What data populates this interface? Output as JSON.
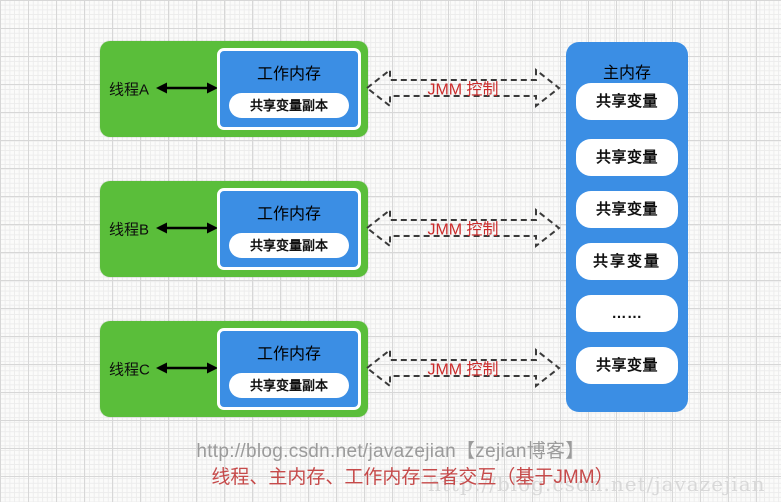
{
  "threads": [
    {
      "label": "线程A",
      "working_memory": {
        "title": "工作内存",
        "copy_label": "共享变量副本"
      },
      "jmm_arrow_label": "JMM 控制"
    },
    {
      "label": "线程B",
      "working_memory": {
        "title": "工作内存",
        "copy_label": "共享变量副本"
      },
      "jmm_arrow_label": "JMM 控制"
    },
    {
      "label": "线程C",
      "working_memory": {
        "title": "工作内存",
        "copy_label": "共享变量副本"
      },
      "jmm_arrow_label": "JMM 控制"
    }
  ],
  "main_memory": {
    "title": "主内存",
    "slots": [
      "共享变量",
      "共享变量",
      "共享变量",
      "……",
      "共享变量",
      "共享变量"
    ]
  },
  "footer": {
    "source_line": "http://blog.csdn.net/javazejian【zejian博客】",
    "caption": "线程、主内存、工作内存三者交互（基于JMM）",
    "watermark": "http://blog.csdn.net/javazejian"
  },
  "colors": {
    "thread_green": "#5abe3a",
    "memory_blue": "#3b8ee4",
    "jmm_label_red": "#cb2a2a",
    "caption_red": "#c64a4a",
    "source_gray": "#9b9b9b",
    "watermark_gray": "#d8d8d8",
    "arrow_black": "#000000",
    "dashed_arrow_gray": "#3a3a3a"
  }
}
